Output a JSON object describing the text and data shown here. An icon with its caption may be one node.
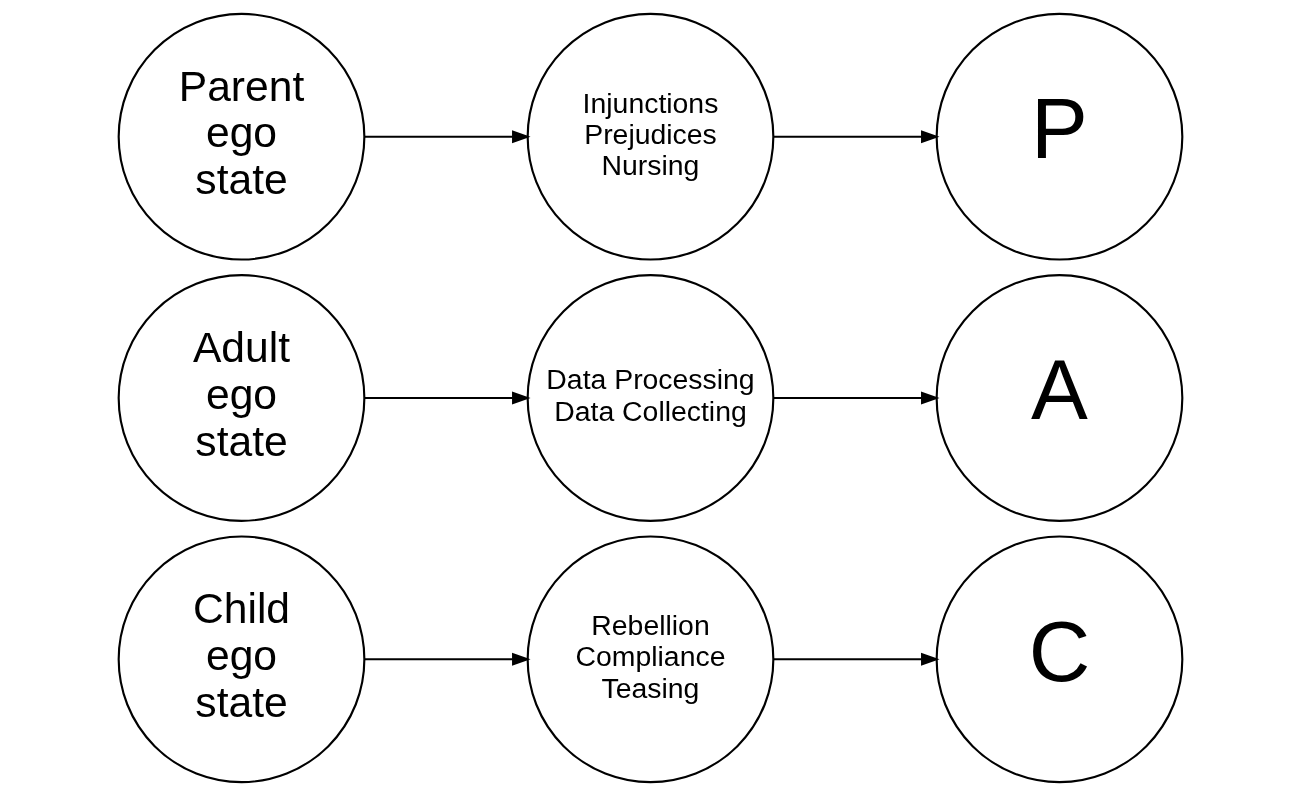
{
  "diagram": {
    "nodes": [
      {
        "text": [
          "Parent ego state"
        ]
      },
      {
        "text": [
          "Injunctions",
          "Prejudices",
          "Nursing"
        ]
      },
      {
        "text": [
          "P"
        ]
      },
      {
        "text": [
          "Adult ego state"
        ]
      },
      {
        "text": [
          "Data Processing",
          "Data Collecting"
        ]
      },
      {
        "text": [
          "A"
        ]
      },
      {
        "text": [
          "Child ego state"
        ]
      },
      {
        "text": [
          "Rebellion",
          "Compliance",
          "Teasing"
        ]
      },
      {
        "text": [
          "C"
        ]
      }
    ],
    "edges": [
      {
        "from": 0,
        "to": 1,
        "arrow": "to"
      },
      {
        "from": 1,
        "to": 2,
        "arrow": "to"
      },
      {
        "from": 3,
        "to": 4,
        "arrow": "to"
      },
      {
        "from": 4,
        "to": 5,
        "arrow": "to"
      },
      {
        "from": 6,
        "to": 7,
        "arrow": "to"
      },
      {
        "from": 7,
        "to": 8,
        "arrow": "to"
      }
    ]
  }
}
